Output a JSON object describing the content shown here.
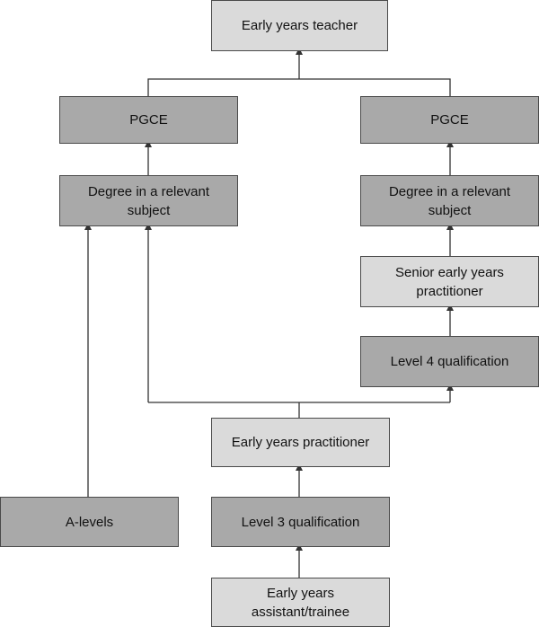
{
  "colors": {
    "dark_box": "#a9a9a9",
    "light_box": "#dadada",
    "border": "#4a4a4a",
    "line": "#333333"
  },
  "nodes": {
    "early_years_teacher": "Early years teacher",
    "pgce_left": "PGCE",
    "pgce_right": "PGCE",
    "degree_left": "Degree in a relevant subject",
    "degree_right": "Degree in a relevant subject",
    "senior_practitioner": "Senior early years practitioner",
    "level4": "Level 4 qualification",
    "practitioner": "Early years practitioner",
    "a_levels": "A-levels",
    "level3": "Level 3 qualification",
    "assistant": "Early years assistant/trainee"
  }
}
